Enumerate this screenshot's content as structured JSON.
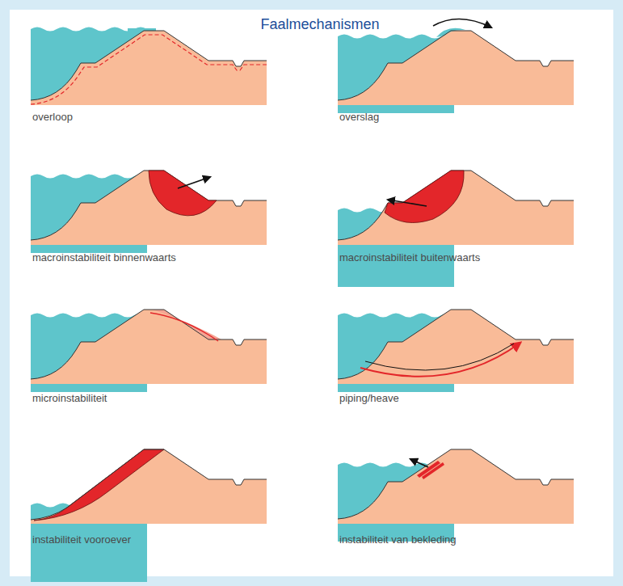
{
  "diagram": {
    "title": "Faalmechanismen",
    "labels": [
      "overloop",
      "overslag",
      "macroinstabiliteit binnenwaarts",
      "macroinstabiliteit buitenwaarts",
      "microinstabiliteit",
      "piping/heave",
      "instabiliteit vooroever",
      "instabiliteit van bekleding"
    ]
  }
}
